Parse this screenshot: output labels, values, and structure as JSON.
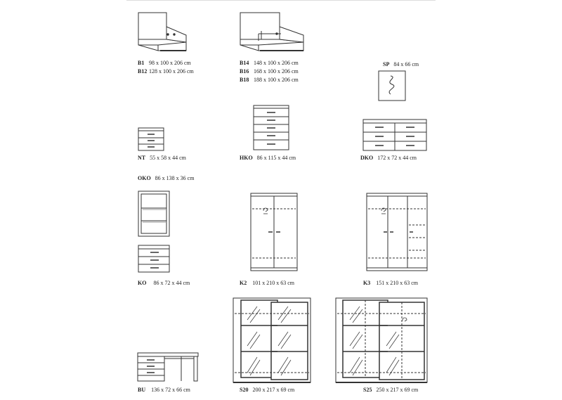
{
  "items": {
    "b1": {
      "code": "B1",
      "dims": "98 x 100 x 206 cm"
    },
    "b12": {
      "code": "B12",
      "dims": "128 x 100 x 206 cm"
    },
    "b14": {
      "code": "B14",
      "dims": "148 x 100 x 206 cm"
    },
    "b16": {
      "code": "B16",
      "dims": "168 x 100 x 206 cm"
    },
    "b18": {
      "code": "B18",
      "dims": "188 x 100 x 206 cm"
    },
    "sp": {
      "code": "SP",
      "dims": "84 x 66 cm"
    },
    "nt": {
      "code": "NT",
      "dims": "55 x 58 x 44 cm"
    },
    "hko": {
      "code": "HKO",
      "dims": "86 x 115 x 44 cm"
    },
    "dko": {
      "code": "DKO",
      "dims": "172 x 72 x 44 cm"
    },
    "oko": {
      "code": "OKO",
      "dims": "86 x 138 x 36 cm"
    },
    "ko": {
      "code": "KO",
      "dims": "86 x 72 x 44 cm"
    },
    "k2": {
      "code": "K2",
      "dims": "101 x 210 x 63 cm"
    },
    "k3": {
      "code": "K3",
      "dims": "151 x 210 x 63 cm"
    },
    "bu": {
      "code": "BU",
      "dims": "136 x 72 x 66 cm"
    },
    "s20": {
      "code": "S20",
      "dims": "200 x 217 x 69 cm"
    },
    "s25": {
      "code": "S25",
      "dims": "250 x 217 x 69 cm"
    }
  }
}
